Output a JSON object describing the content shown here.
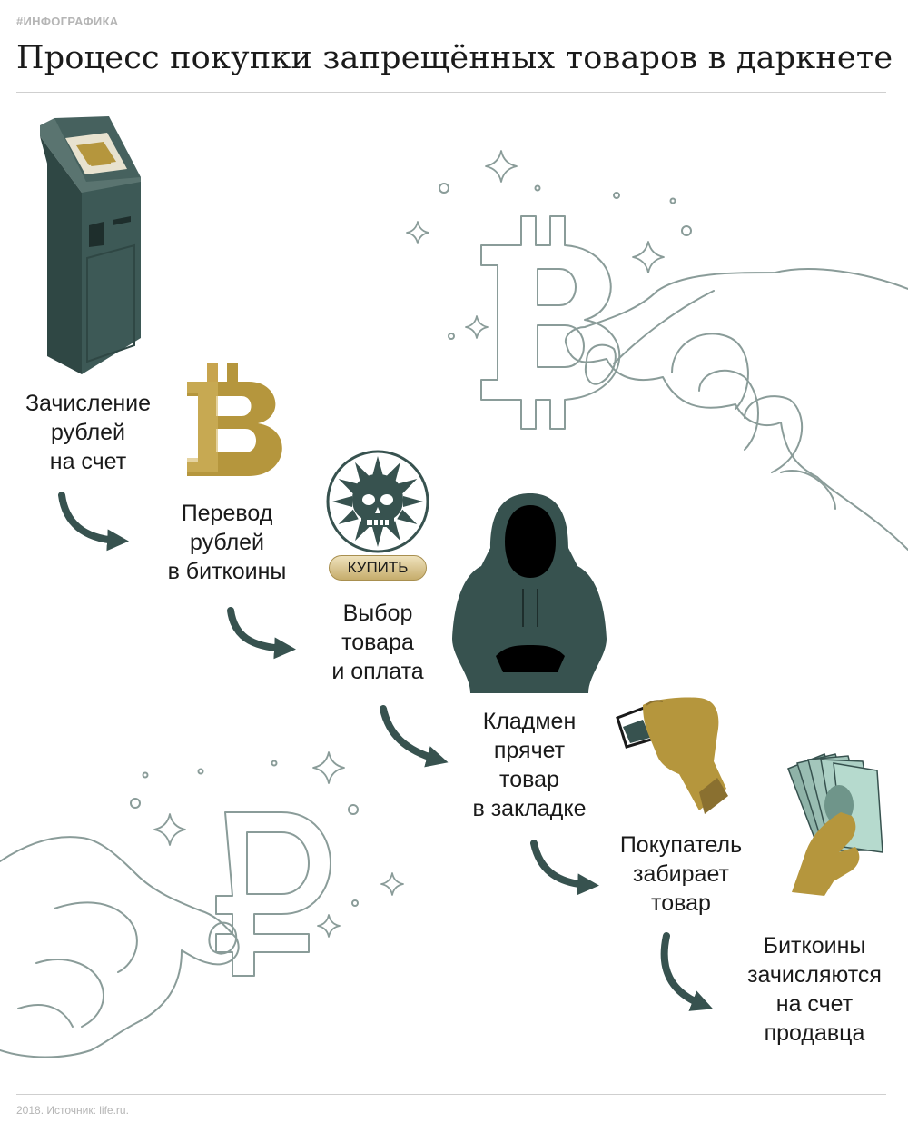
{
  "header": {
    "tag": "#ИНФОГРАФИКА",
    "title": "Процесс покупки запрещённых товаров в даркнете"
  },
  "steps": [
    {
      "id": "deposit",
      "lines": [
        "Зачисление",
        "рублей",
        "на счет"
      ]
    },
    {
      "id": "convert",
      "lines": [
        "Перевод",
        "рублей",
        "в биткоины"
      ]
    },
    {
      "id": "choose",
      "lines": [
        "Выбор",
        "товара",
        "и оплата"
      ]
    },
    {
      "id": "courier",
      "lines": [
        "Кладмен",
        "прячет",
        "товар",
        "в закладке"
      ]
    },
    {
      "id": "pickup",
      "lines": [
        "Покупатель",
        "забирает",
        "товар"
      ]
    },
    {
      "id": "settle",
      "lines": [
        "Биткоины",
        "зачисляются",
        "на счет",
        "продавца"
      ]
    }
  ],
  "buy_button": {
    "label": "КУПИТЬ"
  },
  "footer": {
    "source": "2018. Источник: life.ru."
  },
  "colors": {
    "dark_teal": "#37524f",
    "gold": "#b5963d",
    "outline": "#8a9c99",
    "text": "#1a1a1a",
    "muted": "#b5b5b5"
  },
  "icons": [
    "atm-terminal-icon",
    "bitcoin-gold-icon",
    "skull-market-icon",
    "hooded-courier-icon",
    "hand-with-bag-icon",
    "hand-with-cash-icon",
    "hand-holding-bitcoin-icon",
    "hand-holding-ruble-icon",
    "sparkle-icon",
    "flow-arrow-icon"
  ]
}
